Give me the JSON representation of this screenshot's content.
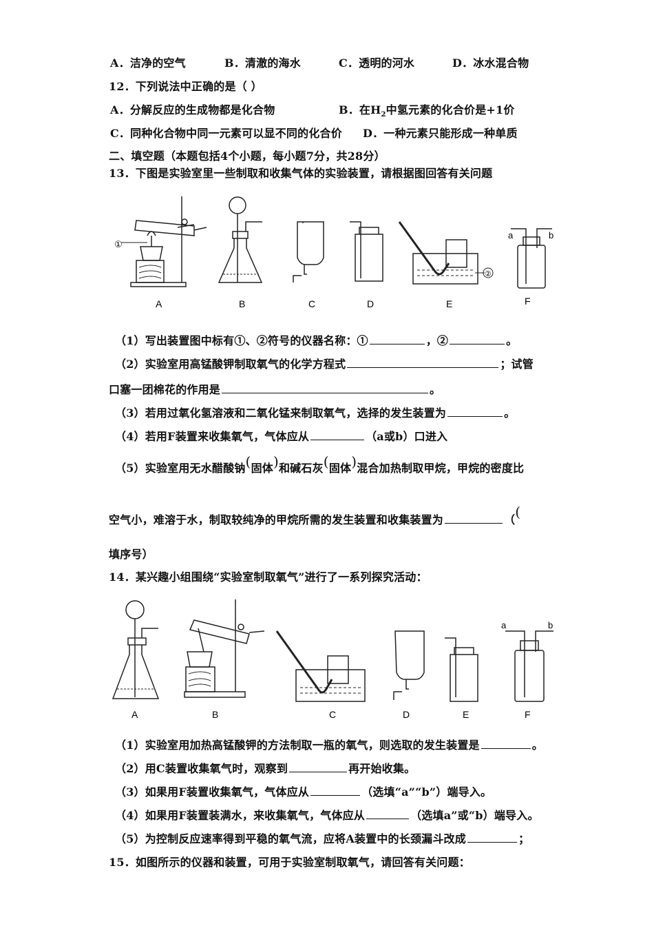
{
  "q11_options": [
    "A．洁净的空气",
    "B．清澈的海水",
    "C．透明的河水",
    "D．冰水混合物"
  ],
  "q12": {
    "stem": "12．下列说法中正确的是（     ）",
    "a": "A．分解反应的生成物都是化合物",
    "b_pre": "B．在H",
    "b_sub": "2",
    "b_post": "中氢元素的化合价是+1价",
    "c": "C．同种化合物中同一元素可以显不同的化合价",
    "d": "D．一种元素只能形成一种单质"
  },
  "section2": "二、填空题（本题包括4个小题，每小题7分，共28分）",
  "q13": {
    "stem": "13．下图是实验室里一些制取和收集气体的实验装置，请根据图回答有关问题",
    "labels": [
      "A",
      "B",
      "C",
      "D",
      "E",
      "F"
    ],
    "mark1": "①",
    "mark2": "②",
    "port_a": "a",
    "port_b": "b",
    "p1_pre": "（1）写出装置图中标有①、②符号的仪器名称：①",
    "p1_mid": "，②",
    "p1_end": "。",
    "p2_pre": "（2）实验室用高锰酸钾制取氧气的化学方程式",
    "p2_end": "；试管",
    "p2b_pre": "口塞一团棉花的作用是",
    "p2b_end": "。",
    "p3_pre": "（3）若用过氧化氢溶液和二氧化锰来制取氧气，选择的发生装置为",
    "p3_end": "。",
    "p4_pre": "（4）若用F装置来收集氧气，气体应从",
    "p4_end": "（a或b）口进入",
    "p5": "（5）实验室用无水醋酸钠",
    "p5_paren": "固体",
    "p5_mid": "和碱石灰",
    "p5_end": "混合加热制取甲烷，甲烷的密度比",
    "p5b_pre": "空气小，难溶于水，制取较纯净的甲烷所需的发生装置和收集装置为",
    "p5b_end": "（",
    "p5c": "填序号）"
  },
  "q14": {
    "stem": "14．某兴趣小组围绕“实验室制取氧气”进行了一系列探究活动：",
    "labels": [
      "A",
      "B",
      "C",
      "D",
      "E",
      "F"
    ],
    "port_a": "a",
    "port_b": "b",
    "p1_pre": "（1）实验室用加热高锰酸钾的方法制取一瓶的氧气，则选取的发生装置是",
    "p1_end": "。",
    "p2_pre": "（2）用C装置收集氧气时，观察到",
    "p2_end": "再开始收集。",
    "p3_pre": "（3）如果用F装置收集氧气，气体应从",
    "p3_end": "（选填“a”“b”）端导入。",
    "p4_pre": "（4）如果用F装置装满水，来收集氧气，气体应从",
    "p4_end": "（选填a”或“b）端导入。",
    "p5_pre": "（5）为控制反应速率得到平稳的氧气流，应将A装置中的长颈漏斗改成",
    "p5_end": "；"
  },
  "q15": {
    "stem": "15．如图所示的仪器和装置，可用于实验室制取氧气，请回答有关问题："
  }
}
